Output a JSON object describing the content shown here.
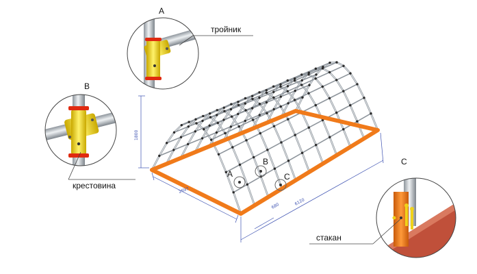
{
  "labels": {
    "tee_letter": "A",
    "tee_name": "тройник",
    "cross_letter": "B",
    "cross_name": "крестовина",
    "cup_letter": "C",
    "cup_name": "стакан",
    "marker_a": "A",
    "marker_b": "B",
    "marker_c": "C"
  },
  "dimensions": {
    "height": "1800",
    "width": "2697",
    "spacing": "680",
    "length": "6120"
  },
  "colors": {
    "base_frame": "#f07a1a",
    "arch_tube": "#d9dde2",
    "connector_yellow": "#f0d21a",
    "clamp_red": "#e02a10",
    "ground": "#c0503a",
    "dimension_line": "#3a4fb0"
  }
}
